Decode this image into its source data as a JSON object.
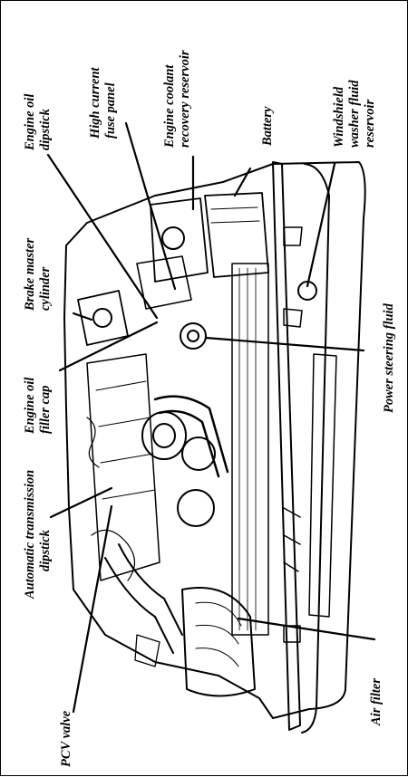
{
  "labels": {
    "brake_master_cylinder": [
      "Brake master",
      "cylinder"
    ],
    "engine_oil_dipstick": [
      "Engine oil",
      "dipstick"
    ],
    "high_current_fuse_panel": [
      "High current",
      "fuse panel"
    ],
    "engine_coolant_recovery_reservoir": [
      "Engine coolant",
      "recovery reservoir"
    ],
    "battery": [
      "Battery"
    ],
    "windshield_washer_fluid_reservoir": [
      "Windshield",
      "washer fluid",
      "reservoir"
    ],
    "engine_oil_filler_cap": [
      "Engine oil",
      "filler cap"
    ],
    "automatic_transmission_dipstick": [
      "Automatic transmission",
      "dipstick"
    ],
    "power_steering_fluid": [
      "Power steering fluid"
    ],
    "pcv_valve": [
      "PCV valve"
    ],
    "air_filter": [
      "Air filter"
    ]
  },
  "colors": {
    "ink": "#000000",
    "background": "#ffffff"
  }
}
